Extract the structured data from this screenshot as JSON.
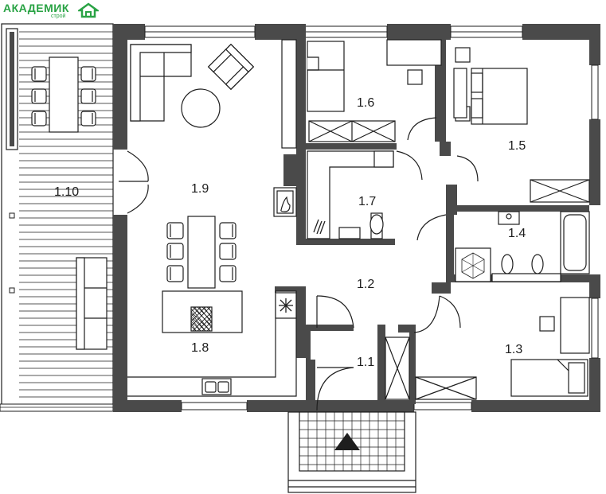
{
  "logo": {
    "brand": "АКАДЕМИК",
    "sub": "строй",
    "icon": "house-icon",
    "color": "#2aa345"
  },
  "rooms": [
    {
      "id": "1.1",
      "label": "1.1"
    },
    {
      "id": "1.2",
      "label": "1.2"
    },
    {
      "id": "1.3",
      "label": "1.3"
    },
    {
      "id": "1.4",
      "label": "1.4"
    },
    {
      "id": "1.5",
      "label": "1.5"
    },
    {
      "id": "1.6",
      "label": "1.6"
    },
    {
      "id": "1.7",
      "label": "1.7"
    },
    {
      "id": "1.8",
      "label": "1.8"
    },
    {
      "id": "1.9",
      "label": "1.9"
    },
    {
      "id": "1.10",
      "label": "1.10"
    }
  ],
  "colors": {
    "wall": "#4a4a4a",
    "line": "#1e1e1e",
    "background": "#ffffff"
  }
}
